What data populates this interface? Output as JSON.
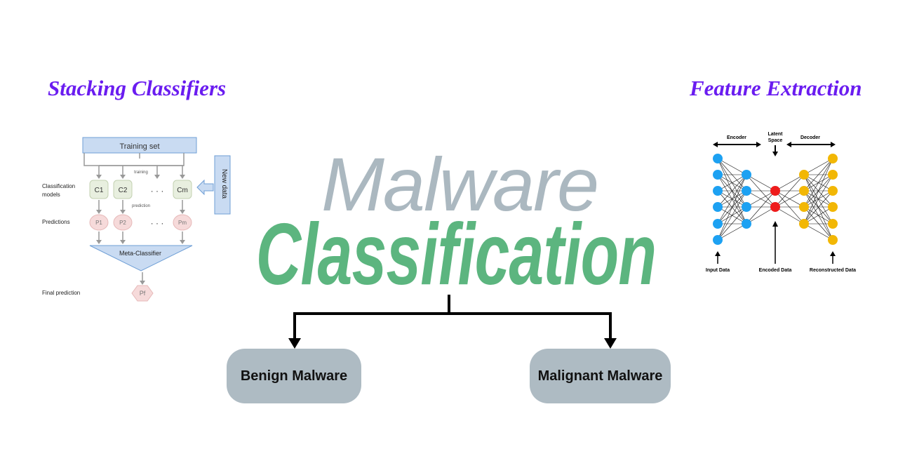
{
  "stacking": {
    "title": "Stacking Classifiers",
    "training_set": "Training set",
    "new_data": "New data",
    "training_label": "training",
    "prediction_label": "prediction",
    "classification_models": "Classification models",
    "predictions": "Predictions",
    "meta_classifier": "Meta-Classifier",
    "final_prediction": "Final prediction",
    "models": [
      "C1",
      "C2",
      "Cm"
    ],
    "preds": [
      "P1",
      "P2",
      "Pm"
    ],
    "final": "Pf",
    "ellipsis": "· · ·"
  },
  "feature": {
    "title": "Feature Extraction",
    "encoder": "Encoder",
    "latent_space": "Latent Space",
    "decoder": "Decoder",
    "input_data": "Input Data",
    "encoded_data": "Encoded Data",
    "reconstructed_data": "Reconstructed Data"
  },
  "main": {
    "title_line1": "Malware",
    "title_line2": "Classification",
    "benign": "Benign Malware",
    "malignant": "Malignant Malware"
  },
  "colors": {
    "section_title": "#6a1cf0",
    "title_gray": "#abb8c0",
    "title_green": "#5cb57f",
    "leaf_bg": "#aebbc3",
    "encoder_node": "#1da1f2",
    "latent_node": "#ee1c1c",
    "decoder_node": "#f2b705"
  }
}
